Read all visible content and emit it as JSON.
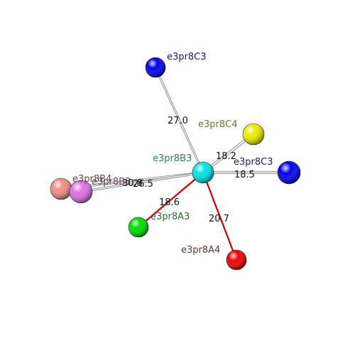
{
  "center": {
    "label": "e3pr8B3",
    "color": "#00e5e5",
    "label_color": "#2a7a7a"
  },
  "neighbors": [
    {
      "id": "top-blue",
      "label": "e3pr8C3",
      "color": "#0000ee",
      "label_color": "#1a1a66",
      "distance": "27.0",
      "bond": "gray"
    },
    {
      "id": "yellow",
      "label": "e3pr8C4",
      "color": "#ecec00",
      "label_color": "#707030",
      "distance": "18.2",
      "bond": "gray"
    },
    {
      "id": "right-blue",
      "label": "e3pr8C3",
      "color": "#0000ee",
      "label_color": "#1a1a66",
      "distance": "18.5",
      "bond": "gray"
    },
    {
      "id": "red",
      "label": "e3pr8A4",
      "color": "#ee0000",
      "label_color": "#663333",
      "distance": "20.7",
      "bond": "red"
    },
    {
      "id": "green",
      "label": "e3pr8A3",
      "color": "#00dd00",
      "label_color": "#2a6a2a",
      "distance": "18.6",
      "bond": "red"
    },
    {
      "id": "salmon",
      "label": "e3pr8B4",
      "color": "#f08c84",
      "label_color": "#6a4040",
      "distance": "30.8",
      "bond": "gray"
    },
    {
      "id": "violet",
      "label": "e3pr8B3",
      "color": "#e070e8",
      "label_color": "#6a4068",
      "distance": "26.5",
      "bond": "gray"
    }
  ]
}
